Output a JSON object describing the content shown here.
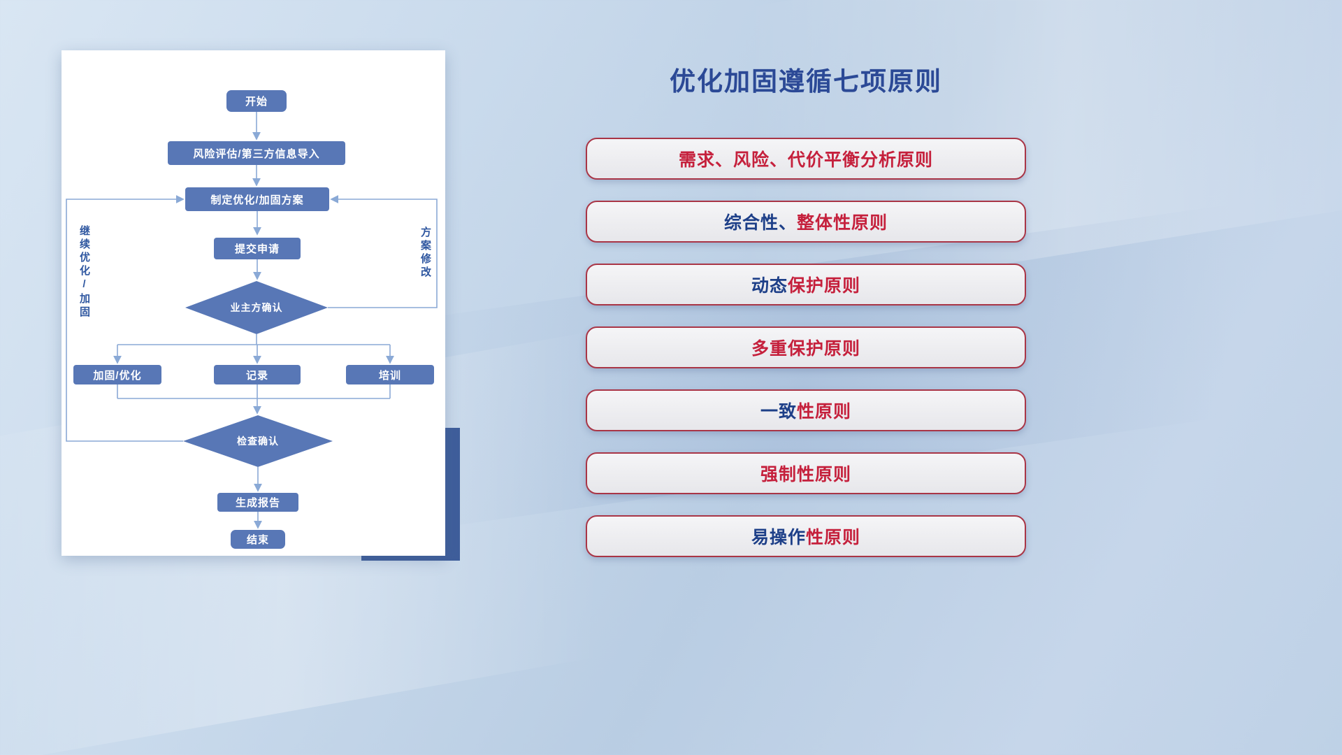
{
  "title": "优化加固遵循七项原则",
  "flowchart": {
    "nodes": {
      "start": "开始",
      "risk": "风险评估/第三方信息导入",
      "plan": "制定优化/加固方案",
      "submit": "提交申请",
      "owner_confirm": "业主方确认",
      "reinforce": "加固/优化",
      "record": "记录",
      "training": "培训",
      "check_confirm": "检查确认",
      "report": "生成报告",
      "end": "结束"
    },
    "loop_labels": {
      "left": "继续优化/加固",
      "right": "方案修改"
    }
  },
  "principles": [
    {
      "segments": [
        {
          "text": "需求、风险、代价平衡分析原则",
          "color": "red"
        }
      ]
    },
    {
      "segments": [
        {
          "text": "综合性、",
          "color": "navy"
        },
        {
          "text": "整体性原则",
          "color": "red"
        }
      ]
    },
    {
      "segments": [
        {
          "text": "动态",
          "color": "navy"
        },
        {
          "text": "保护原则",
          "color": "red"
        }
      ]
    },
    {
      "segments": [
        {
          "text": "多重保护原则",
          "color": "red"
        }
      ]
    },
    {
      "segments": [
        {
          "text": "一致",
          "color": "navy"
        },
        {
          "text": "性原则",
          "color": "red"
        }
      ]
    },
    {
      "segments": [
        {
          "text": "强制性原则",
          "color": "red"
        }
      ]
    },
    {
      "segments": [
        {
          "text": "易操作",
          "color": "navy"
        },
        {
          "text": "性原则",
          "color": "red"
        }
      ]
    }
  ],
  "colors": {
    "navy_text": "#1d3f88",
    "red_text": "#c5203c",
    "node_blue": "#5877b6",
    "line_blue": "#8aa9d6",
    "principle_border": "#a93546",
    "shadow_block": "#3f5e9b",
    "title_navy": "#2b4996"
  }
}
